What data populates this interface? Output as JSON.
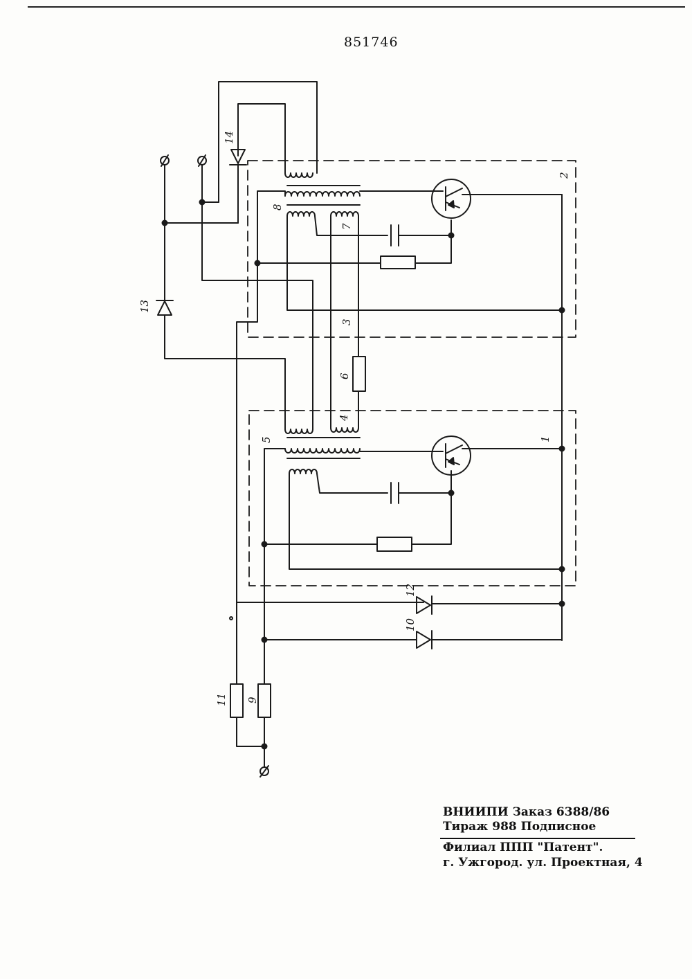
{
  "document": {
    "patent_number": "851746"
  },
  "labels": {
    "l1": "1",
    "l2": "2",
    "l3": "3",
    "l4": "4",
    "l5": "5",
    "l6": "6",
    "l7": "7",
    "l8": "8",
    "l9": "9",
    "l10": "10",
    "l11": "11",
    "l12": "12",
    "l13": "13",
    "l14": "14"
  },
  "imprint": {
    "line1": "ВНИИПИ    Заказ 6388/86",
    "line2": "Тираж 988 Подписное",
    "line3": "Филиал ППП \"Патент\".",
    "line4": "г. Ужгород.  ул. Проектная, 4"
  }
}
